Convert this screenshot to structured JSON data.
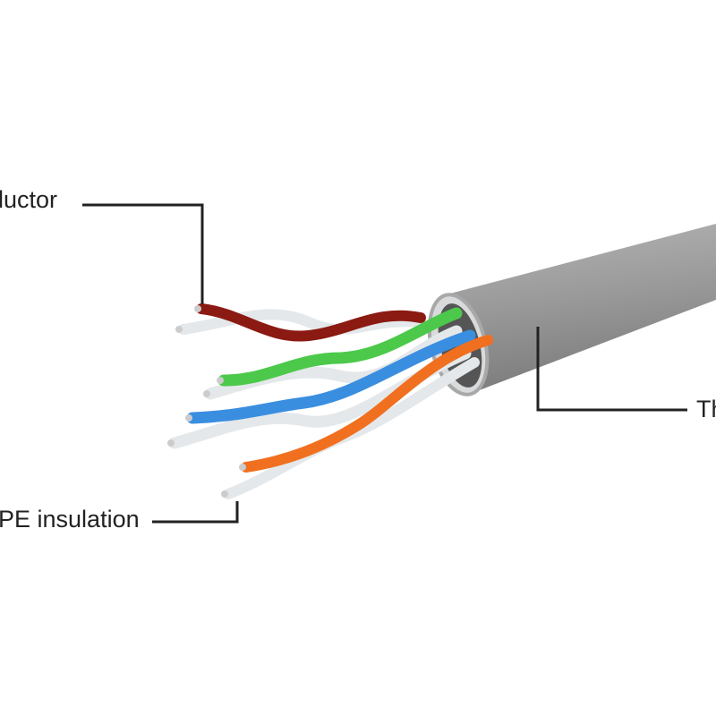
{
  "labels": {
    "conductor": "luctor",
    "jacket": "Th",
    "insulation": "PE insulation"
  },
  "colors": {
    "jacket": "#9a9a9a",
    "brown": "#8b1a12",
    "green": "#4cc94a",
    "blue": "#3a8ee0",
    "orange": "#f07020",
    "white_wire": "#e4e8ea",
    "leader": "#222222"
  }
}
